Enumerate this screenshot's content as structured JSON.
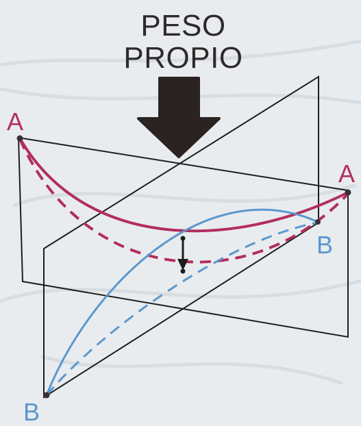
{
  "title": {
    "line1": "PESO",
    "line2": "PROPIO"
  },
  "labels": {
    "a_left": "A",
    "a_right": "A",
    "b_right": "B",
    "b_left": "B"
  },
  "colors": {
    "background": "#e9ecee",
    "text": "#2e2a2b",
    "arrow": "#2b2222",
    "frame": "#1d1d1d",
    "curve_a": "#b22e5c",
    "curve_b": "#5a97cf",
    "endpoint": "#3a2f35"
  }
}
